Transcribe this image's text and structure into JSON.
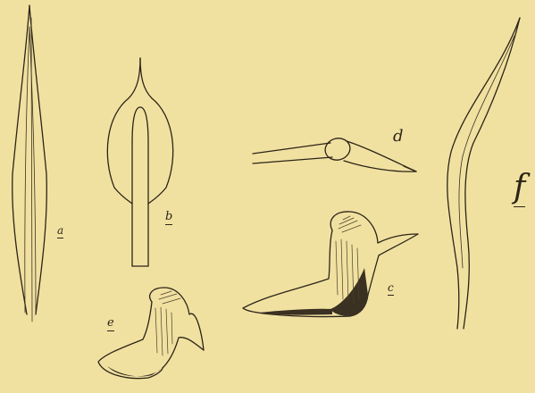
{
  "plate": {
    "labels": {
      "a": "a",
      "b": "b",
      "d": "d",
      "c": "c",
      "e": "e",
      "f": "f"
    },
    "colors": {
      "paper": "#f1e1a1",
      "ink": "#2c2417"
    }
  }
}
